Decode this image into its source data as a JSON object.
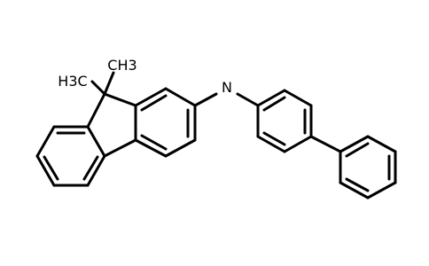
{
  "labels": {
    "amine": "N",
    "methyl_left": "H3C",
    "methyl_right": "CH3"
  },
  "colors": {
    "bond": "#000000",
    "background": "#ffffff"
  }
}
